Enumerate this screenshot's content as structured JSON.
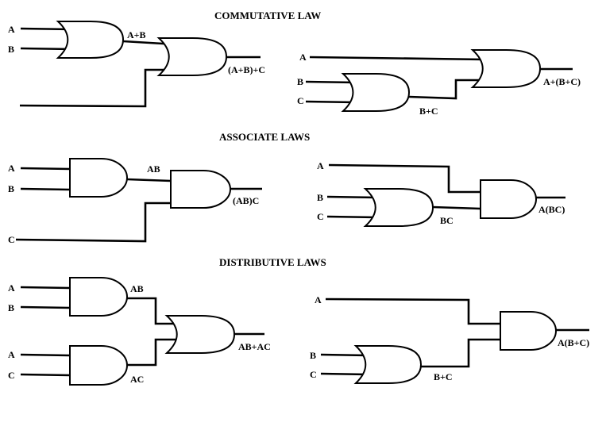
{
  "sections": [
    {
      "title": "COMMUTATIVE LAW",
      "left": {
        "inputs": [
          "A",
          "B"
        ],
        "intermediate": "A+B",
        "output": "(A+B)+C",
        "gates": [
          "or",
          "or"
        ]
      },
      "right": {
        "inputs": [
          "A",
          "B",
          "C"
        ],
        "intermediate": "B+C",
        "output": "A+(B+C)",
        "gates": [
          "or",
          "or"
        ]
      }
    },
    {
      "title": "ASSOCIATE LAWS",
      "left": {
        "inputs": [
          "A",
          "B",
          "C"
        ],
        "intermediate": "AB",
        "output": "(AB)C",
        "gates": [
          "and",
          "and"
        ]
      },
      "right": {
        "inputs": [
          "A",
          "B",
          "C"
        ],
        "intermediate": "BC",
        "output": "A(BC)",
        "gates": [
          "or",
          "and"
        ]
      }
    },
    {
      "title": "DISTRIBUTIVE LAWS",
      "left": {
        "inputs": [
          "A",
          "B",
          "A",
          "C"
        ],
        "intermediate": [
          "AB",
          "AC"
        ],
        "output": "AB+AC",
        "gates": [
          "and",
          "and",
          "or"
        ]
      },
      "right": {
        "inputs": [
          "A",
          "B",
          "C"
        ],
        "intermediate": "B+C",
        "output": "A(B+C)",
        "gates": [
          "or",
          "and"
        ]
      }
    }
  ]
}
